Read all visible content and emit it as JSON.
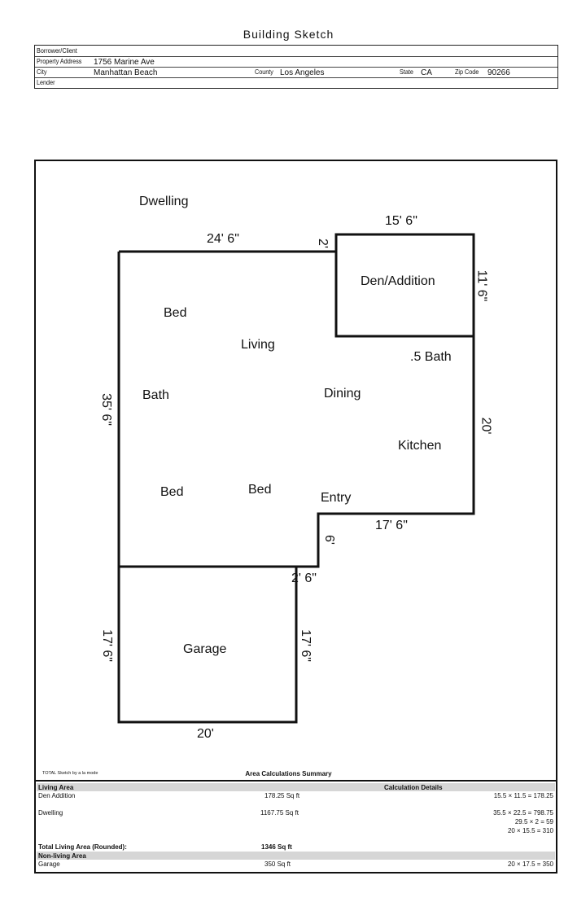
{
  "title": "Building Sketch",
  "header": {
    "borrower_label": "Borrower/Client",
    "borrower_value": "",
    "address_label": "Property Address",
    "address_value": "1756 Marine Ave",
    "city_label": "City",
    "city_value": "Manhattan Beach",
    "county_label": "County",
    "county_value": "Los Angeles",
    "state_label": "State",
    "state_value": "CA",
    "zip_label": "Zip Code",
    "zip_value": "90266",
    "lender_label": "Lender",
    "lender_value": ""
  },
  "sketch": {
    "area_title": "Dwelling",
    "dims": {
      "top_main": "24' 6\"",
      "top_step": "2'",
      "den_top": "15' 6\"",
      "den_right": "11' 6\"",
      "right": "20'",
      "entry_bottom": "17' 6\"",
      "entry_side": "6'",
      "garage_top_step": "2' 6\"",
      "left": "35' 6\"",
      "garage_left": "17' 6\"",
      "garage_right": "17' 6\"",
      "garage_bottom": "20'"
    },
    "rooms": {
      "den": "Den/Addition",
      "bed1": "Bed",
      "living": "Living",
      "half_bath": ".5 Bath",
      "bath": "Bath",
      "dining": "Dining",
      "kitchen": "Kitchen",
      "bed2": "Bed",
      "bed3": "Bed",
      "entry": "Entry",
      "garage": "Garage"
    }
  },
  "credit": "TOTAL Sketch by a la mode",
  "summary": {
    "title": "Area Calculations Summary",
    "living_header": "Living Area",
    "calc_header": "Calculation Details",
    "rows": [
      {
        "name": "Den Addition",
        "area": "178.25 Sq ft",
        "calcs": [
          "15.5 × 11.5 = 178.25"
        ]
      },
      {
        "name": "Dwelling",
        "area": "1167.75 Sq ft",
        "calcs": [
          "35.5 × 22.5 = 798.75",
          "29.5 × 2 = 59",
          "20 × 15.5 = 310"
        ]
      }
    ],
    "total_label": "Total Living Area (Rounded):",
    "total_value": "1346 Sq ft",
    "nonliving_header": "Non-living Area",
    "nonliving_rows": [
      {
        "name": "Garage",
        "area": "350 Sq ft",
        "calcs": [
          "20 × 17.5 = 350"
        ]
      }
    ]
  }
}
